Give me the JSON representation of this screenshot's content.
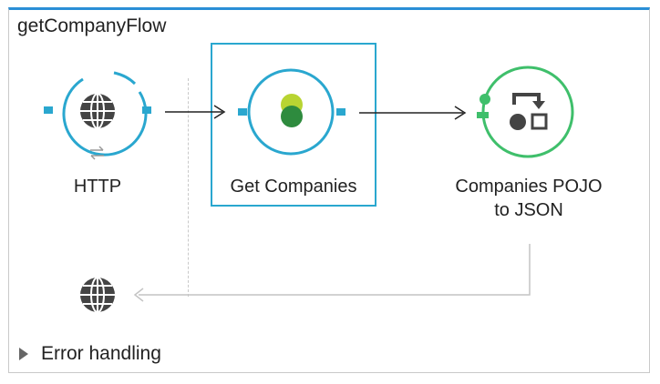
{
  "flow": {
    "title": "getCompanyFlow"
  },
  "nodes": [
    {
      "label": "HTTP",
      "icon": "globe-icon",
      "color": "#2aa7cf"
    },
    {
      "label": "Get Companies",
      "icon": "database-icon",
      "color": "#2aa7cf"
    },
    {
      "label_line1": "Companies POJO",
      "label_line2": "to JSON",
      "icon": "transform-icon",
      "color": "#3fbf6b"
    }
  ],
  "error_handling": {
    "label": "Error handling"
  }
}
